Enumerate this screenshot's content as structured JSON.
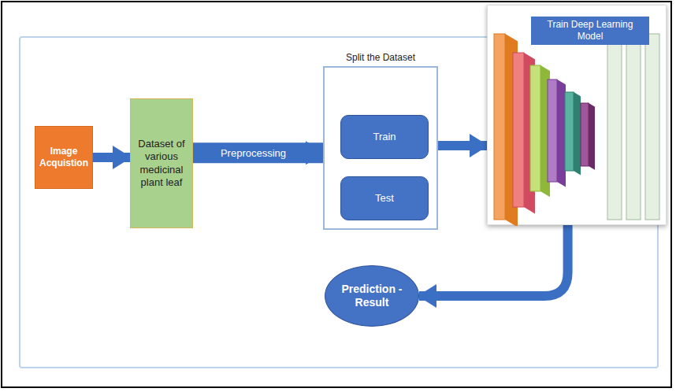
{
  "diagram": {
    "nodes": [
      {
        "text": [
          "Image Acquistion"
        ]
      },
      {
        "text": [
          "Dataset of various medicinal plant leaf"
        ]
      },
      {
        "text": [
          "Split the Dataset"
        ]
      },
      {
        "text": [
          "Train"
        ],
        "in": 2
      },
      {
        "text": [
          "Test"
        ],
        "in": 2
      },
      {
        "text": [
          "Train Deep Learning Model"
        ]
      },
      {
        "text": [
          "Prediction - Result"
        ]
      }
    ],
    "edges": [
      {
        "from": 0,
        "to": 1,
        "arrow": "to"
      },
      {
        "from": 1,
        "to": 2,
        "label": "Preprocessing",
        "arrow": "to"
      },
      {
        "from": 2,
        "to": 5,
        "arrow": "to"
      },
      {
        "from": 5,
        "to": 6,
        "arrow": "to"
      }
    ]
  }
}
